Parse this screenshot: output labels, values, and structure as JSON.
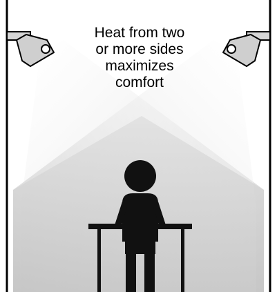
{
  "caption": {
    "lines": [
      "Heat from two",
      "or more sides",
      "maximizes",
      "comfort"
    ]
  },
  "illustration": {
    "heaters": [
      {
        "side": "left",
        "icon": "infrared-heater-icon"
      },
      {
        "side": "right",
        "icon": "infrared-heater-icon"
      }
    ],
    "person": {
      "icon": "seated-person-icon"
    },
    "table": {
      "icon": "table-icon"
    },
    "colors": {
      "wall": "#000000",
      "beam": "#d9d9d9",
      "beam_edge": "#c8c8c8",
      "floor_shade": "#bfbfbf",
      "heater_body": "#cfcfcf",
      "figure": "#111111"
    }
  }
}
